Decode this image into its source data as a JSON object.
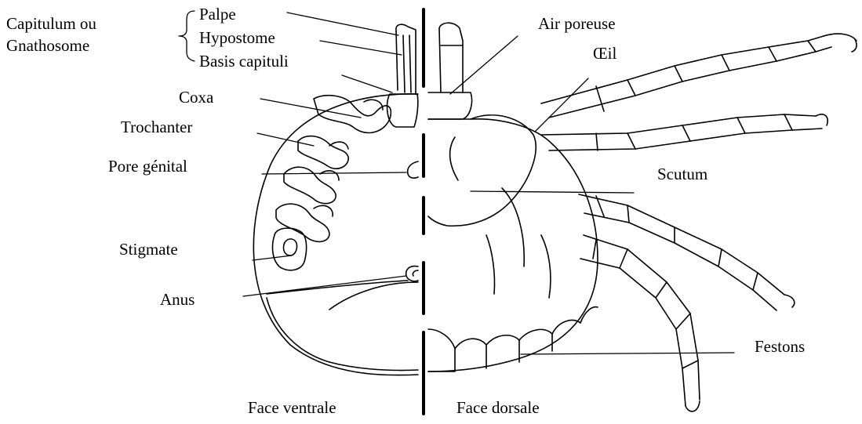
{
  "labels": {
    "capitulum_line1": "Capitulum ou",
    "capitulum_line2": "Gnathosome",
    "palpe": "Palpe",
    "hypostome": "Hypostome",
    "basis": "Basis capituli",
    "coxa": "Coxa",
    "trochanter": "Trochanter",
    "pore": "Pore génital",
    "stigmate": "Stigmate",
    "anus": "Anus",
    "air": "Air poreuse",
    "oeil": "Œil",
    "scutum": "Scutum",
    "festons": "Festons",
    "ventrale": "Face ventrale",
    "dorsale": "Face dorsale"
  },
  "colors": {
    "ink": "#000000",
    "background": "#ffffff"
  }
}
